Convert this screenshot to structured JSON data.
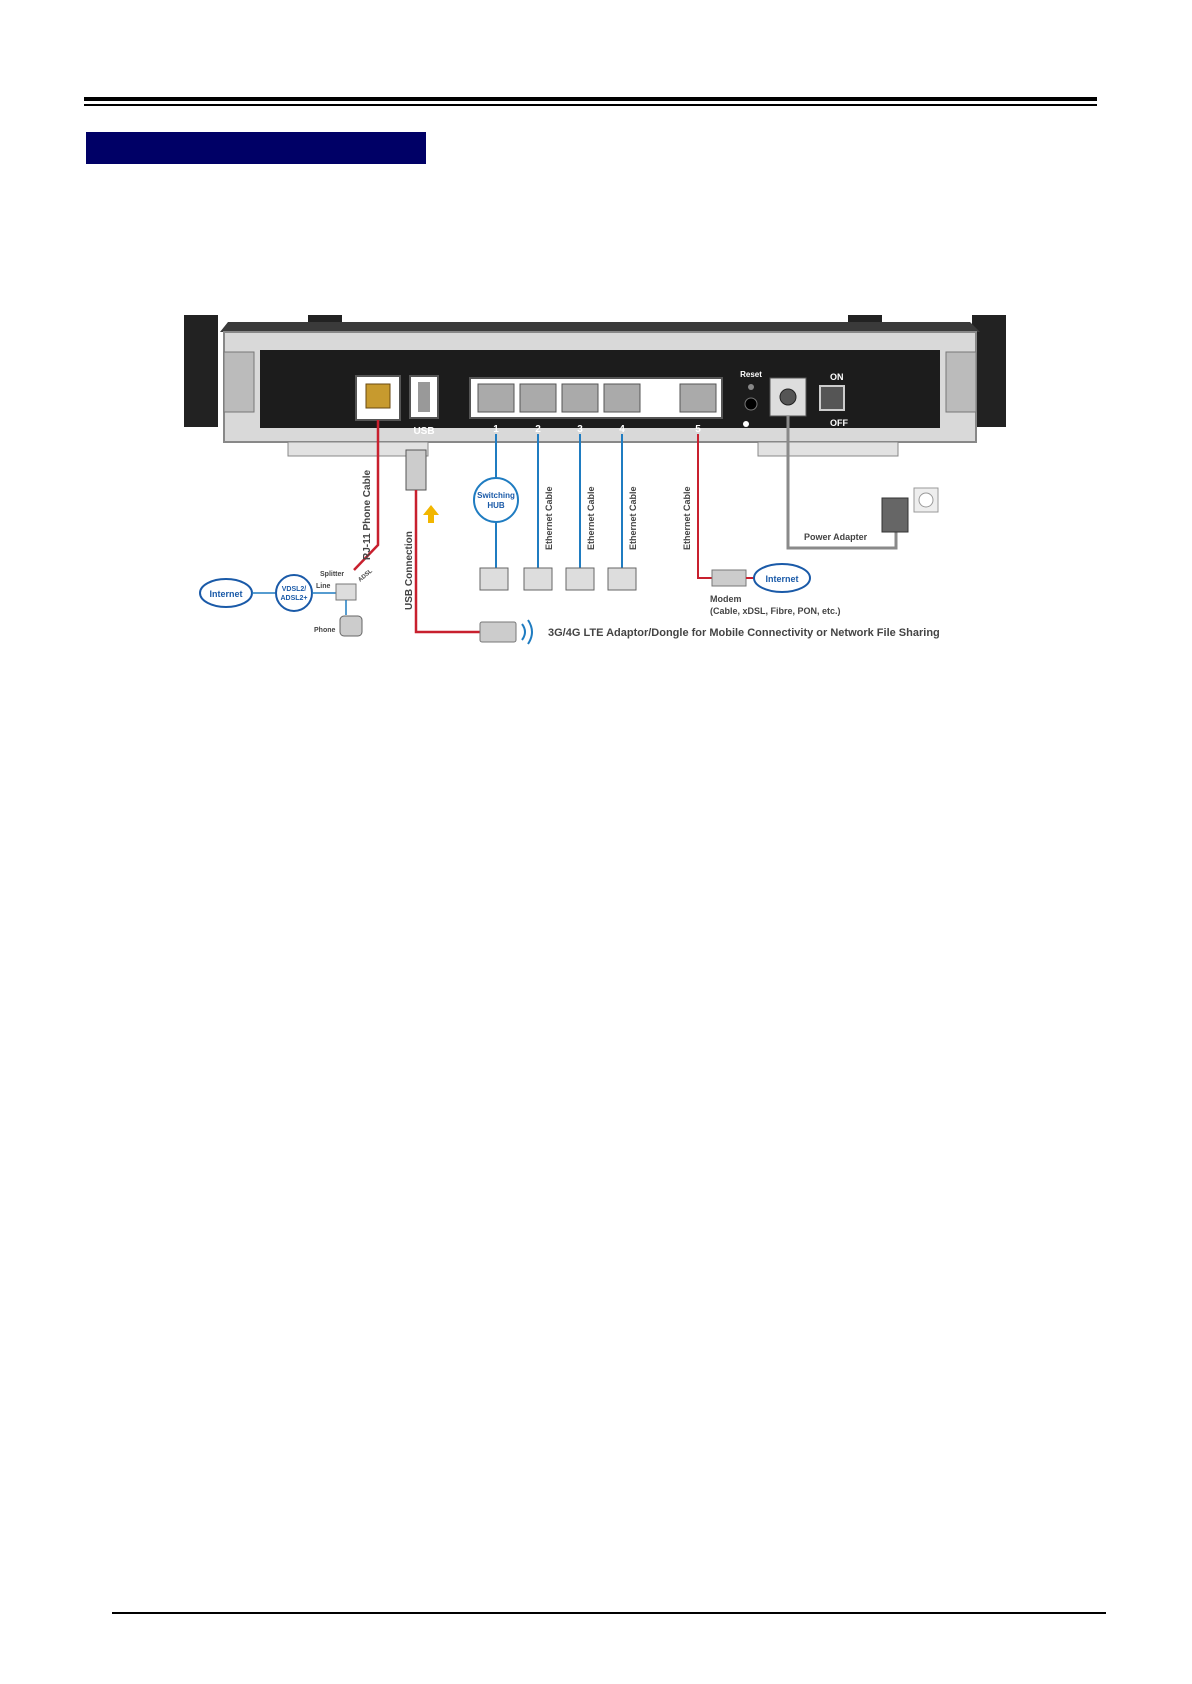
{
  "diagram": {
    "ports": {
      "usb": "USB",
      "reset": "Reset",
      "on": "ON",
      "off": "OFF",
      "lan1": "1",
      "lan2": "2",
      "lan3": "3",
      "lan4": "4",
      "lan5": "5"
    },
    "labels": {
      "rj11": "RJ-11 Phone Cable",
      "usb_connection": "USB Connection",
      "ethernet_cable_2": "Ethernet Cable",
      "ethernet_cable_3": "Ethernet Cable",
      "ethernet_cable_4": "Ethernet Cable",
      "ethernet_cable_5": "Ethernet Cable",
      "switching_hub_1": "Switching",
      "switching_hub_2": "HUB",
      "power_adapter": "Power Adapter",
      "internet_left": "Internet",
      "vdsl_1": "VDSL2/",
      "vdsl_2": "ADSL2+",
      "splitter": "Splitter",
      "line": "Line",
      "adsl": "ADSL",
      "phone": "Phone",
      "modem": "Modem",
      "modem_types": "(Cable, xDSL, Fibre, PON, etc.)",
      "internet_right": "Internet",
      "dongle": "3G/4G LTE Adaptor/Dongle for Mobile Connectivity or Network File Sharing"
    },
    "colors": {
      "red_cable": "#c8202e",
      "blue_cable": "#1f7cc1",
      "gray_cable": "#8a8a8a",
      "usb_cable": "#c8202e",
      "brand_blue": "#1a5aa8",
      "banner": "#000066"
    }
  }
}
